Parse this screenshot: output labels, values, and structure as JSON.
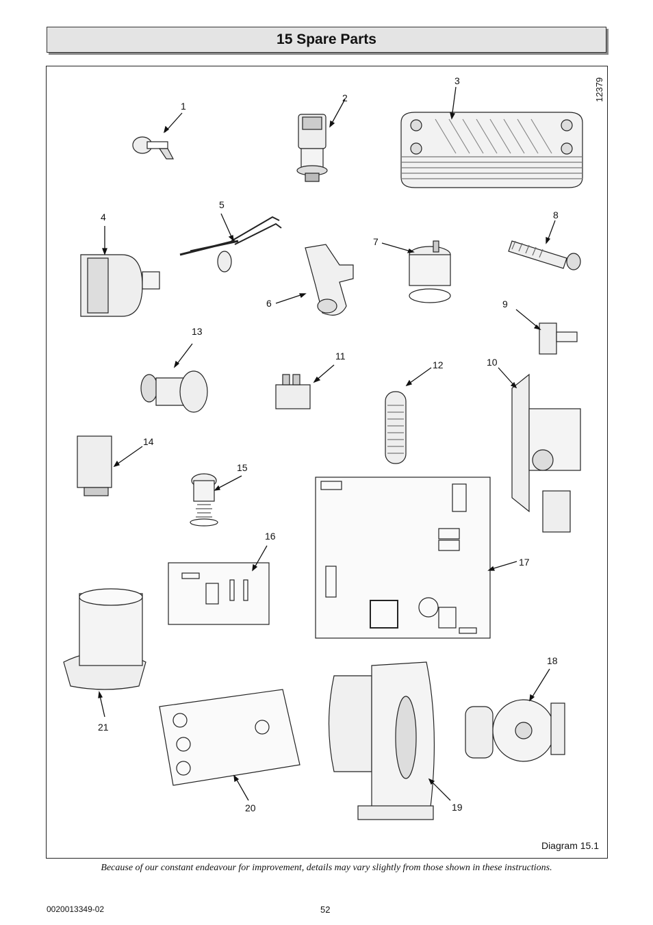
{
  "header": {
    "title": "15  Spare Parts"
  },
  "diagram": {
    "figure_id": "12379",
    "caption": "Diagram 15.1",
    "callouts": [
      "1",
      "2",
      "3",
      "4",
      "5",
      "6",
      "7",
      "8",
      "9",
      "10",
      "11",
      "12",
      "13",
      "14",
      "15",
      "16",
      "17",
      "18",
      "19",
      "20",
      "21"
    ]
  },
  "footer": {
    "disclaimer": "Because of our constant endeavour for improvement, details may vary slightly from those shown in these instructions.",
    "document_number": "0020013349-02",
    "page_number": "52"
  }
}
